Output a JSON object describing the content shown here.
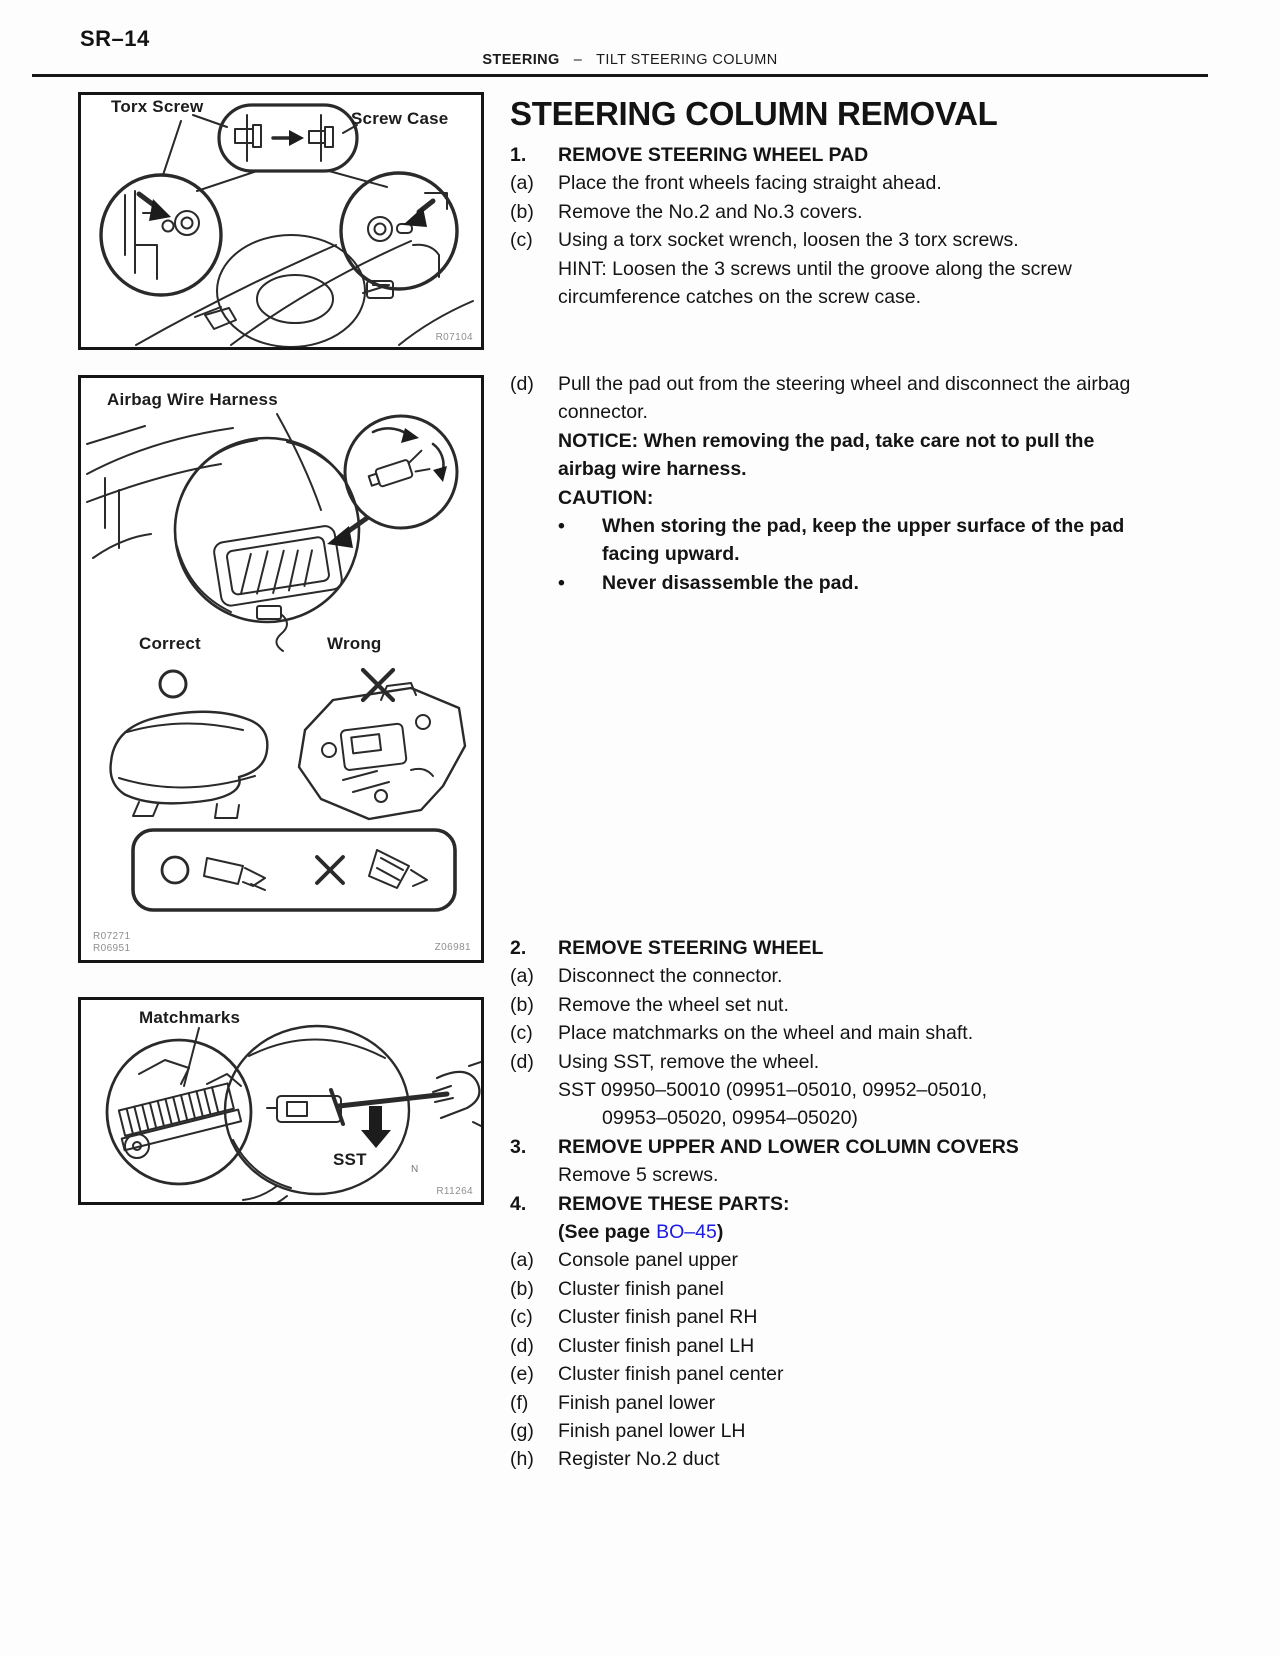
{
  "header": {
    "page_number": "SR–14",
    "section": "STEERING",
    "separator": "–",
    "subsection": "TILT STEERING COLUMN"
  },
  "figure1": {
    "label_torx": "Torx Screw",
    "label_screw_case": "Screw Case",
    "code": "R07104"
  },
  "figure2": {
    "label_harness": "Airbag Wire Harness",
    "label_correct": "Correct",
    "label_wrong": "Wrong",
    "code1": "R07271",
    "code2": "R06951",
    "code3": "Z06981"
  },
  "figure3": {
    "label_matchmarks": "Matchmarks",
    "label_sst": "SST",
    "label_n": "N",
    "code": "R11264"
  },
  "content": {
    "title": "STEERING COLUMN REMOVAL",
    "block1": {
      "heading1_num": "1.",
      "heading1": "REMOVE STEERING WHEEL PAD",
      "items": [
        {
          "label": "(a)",
          "text": "Place the front wheels facing straight ahead."
        },
        {
          "label": "(b)",
          "text": "Remove the No.2 and No.3 covers."
        },
        {
          "label": "(c)",
          "text": "Using a torx socket wrench, loosen the 3 torx screws."
        }
      ],
      "hint": "HINT: Loosen the 3 screws until the groove along the screw circumference catches on the screw case."
    },
    "block2": {
      "step_label": "(d)",
      "step_text": "Pull the pad out from the steering wheel and disconnect the airbag connector.",
      "notice": "NOTICE: When removing the pad, take care not to pull the airbag wire harness.",
      "caution_heading": "CAUTION:",
      "bullets": [
        {
          "marker": "•",
          "text": "When storing the pad, keep the upper surface of the pad facing upward."
        },
        {
          "marker": "•",
          "text": "Never disassemble the pad."
        }
      ]
    },
    "block3": {
      "heading2_num": "2.",
      "heading2": "REMOVE STEERING WHEEL",
      "items": [
        {
          "label": "(a)",
          "text": "Disconnect the connector."
        },
        {
          "label": "(b)",
          "text": "Remove the wheel set nut."
        },
        {
          "label": "(c)",
          "text": "Place matchmarks on the wheel and main shaft."
        },
        {
          "label": "(d)",
          "text": "Using SST, remove the wheel."
        }
      ],
      "sst_line1": "SST 09950–50010 (09951–05010, 09952–05010,",
      "sst_line2": "09953–05020, 09954–05020)",
      "heading3_num": "3.",
      "heading3": "REMOVE UPPER AND LOWER COLUMN COVERS",
      "heading3_note": "Remove 5 screws.",
      "heading4_num": "4.",
      "heading4": "REMOVE THESE PARTS:",
      "see_page_prefix": "(See page",
      "see_page_link": "BO–45",
      "see_page_suffix": ")",
      "parts": [
        {
          "label": "(a)",
          "text": "Console panel upper"
        },
        {
          "label": "(b)",
          "text": "Cluster finish panel"
        },
        {
          "label": "(c)",
          "text": "Cluster finish panel RH"
        },
        {
          "label": "(d)",
          "text": "Cluster finish panel LH"
        },
        {
          "label": "(e)",
          "text": "Cluster finish panel center"
        },
        {
          "label": "(f)",
          "text": "Finish panel lower"
        },
        {
          "label": "(g)",
          "text": "Finish panel lower LH"
        },
        {
          "label": "(h)",
          "text": "Register No.2 duct"
        }
      ]
    }
  },
  "colors": {
    "link_blue": "#1a1ae0",
    "ink": "#141414"
  }
}
